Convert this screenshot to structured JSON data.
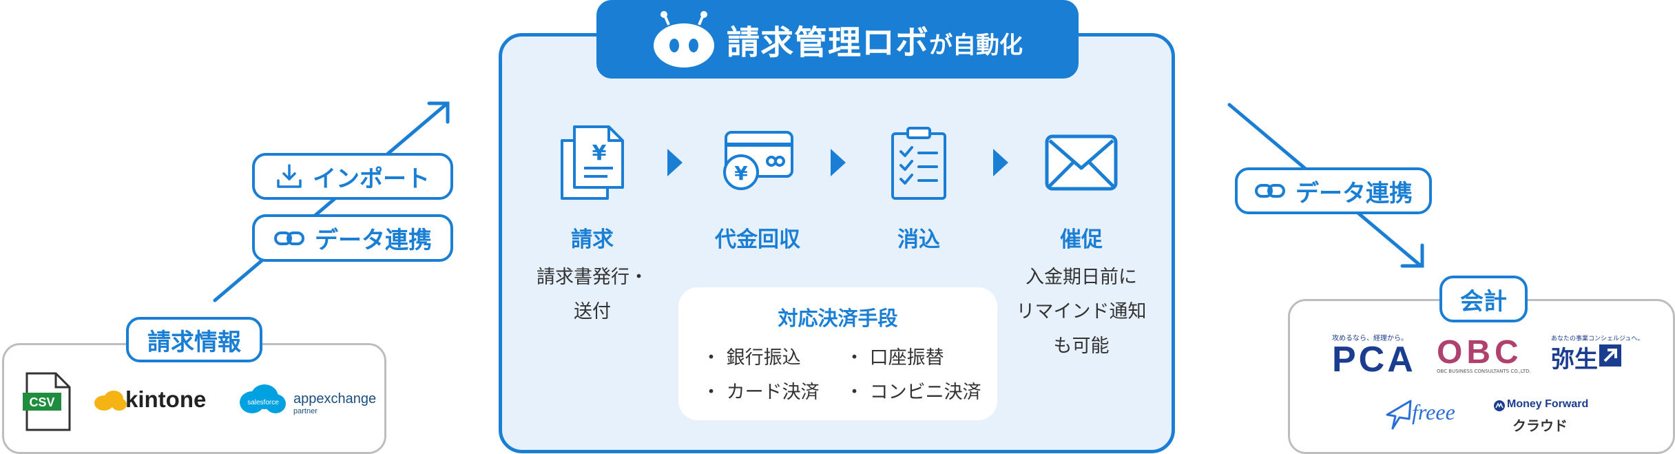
{
  "title": {
    "main": "請求管理ロボ",
    "suffix": "が自動化"
  },
  "left": {
    "import_label": "インポート",
    "link_label": "データ連携",
    "source_label": "請求情報",
    "logos": {
      "csv": "CSV",
      "kintone": "kintone",
      "salesforce": "salesforce",
      "appexchange": "appexchange",
      "partner": "partner"
    }
  },
  "steps": [
    {
      "label": "請求",
      "desc1": "請求書発行・",
      "desc2": "送付",
      "desc3": ""
    },
    {
      "label": "代金回収",
      "desc1": "",
      "desc2": "",
      "desc3": ""
    },
    {
      "label": "消込",
      "desc1": "",
      "desc2": "",
      "desc3": ""
    },
    {
      "label": "催促",
      "desc1": "入金期日前に",
      "desc2": "リマインド通知",
      "desc3": "も可能"
    }
  ],
  "methods": {
    "title": "対応決済手段",
    "items": [
      "・ 銀行振込",
      "・ 口座振替",
      "・ カード決済",
      "・ コンビニ決済"
    ]
  },
  "right": {
    "link_label": "データ連携",
    "dest_label": "会計",
    "logos": {
      "pca_tagline": "攻めるなら、経理から。",
      "pca": "PCA",
      "obc": "OBC",
      "obc_sub": "OBC BUSINESS CONSULTANTS CO.,LTD.",
      "yayoi_tagline": "あなたの事業コンシェルジュへ。",
      "yayoi": "弥生",
      "freee": "freee",
      "moneyforward": "Money Forward",
      "cloud": "クラウド"
    }
  },
  "colors": {
    "accent": "#1a7fd4",
    "panel_bg": "#e7f1fc",
    "card_border": "#bdbdbd",
    "kintone": "#f5b414",
    "salesforce": "#00a1e0",
    "csv": "#1e8e3e",
    "obc": "#b0416e",
    "pca": "#1a3d8f"
  }
}
